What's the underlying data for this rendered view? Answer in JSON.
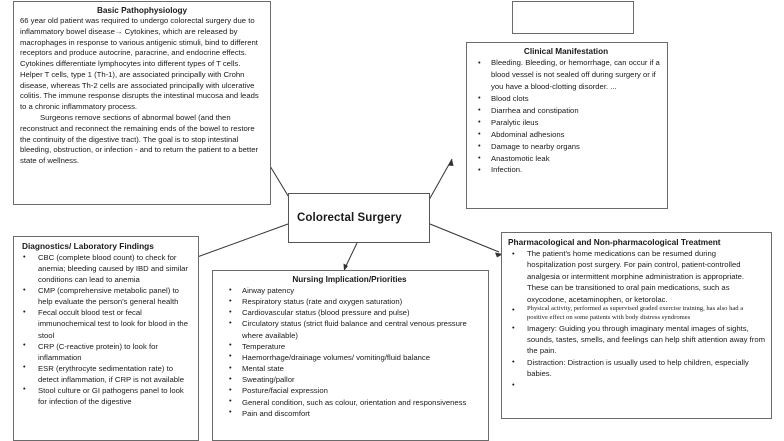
{
  "diagram": {
    "title": "Colorectal Surgery Concept Map",
    "center_node": {
      "label": "Colorectal Surgery"
    },
    "empty_node": {
      "label": ""
    },
    "pathophysiology": {
      "title": "Basic Pathophysiology",
      "paragraph_1": "66 year old patient was required to undergo colorectal surgery due to inflammatory bowel disease→ Cytokines, which are released by macrophages in response to various antigenic stimuli, bind to different receptors and produce autocrine, paracrine, and endocrine effects. Cytokines differentiate lymphocytes into different types of T cells. Helper T cells, type 1 (Th-1), are associated principally with Crohn disease, whereas Th-2 cells are associated principally with ulcerative colitis. The immune response disrupts the intestinal mucosa and leads to a chronic inflammatory process.",
      "paragraph_2": "Surgeons remove sections of abnormal bowel (and then reconstruct and reconnect the remaining ends of the bowel to restore the continuity of the digestive tract).  The goal is to stop intestinal bleeding, obstruction, or infection - and to return the patient to a better state of wellness."
    },
    "clinical_manifestation": {
      "title": "Clinical Manifestation",
      "items": [
        "Bleeding. Bleeding, or hemorrhage, can occur if a blood vessel is not sealed off during surgery or if you have a blood-clotting disorder. ...",
        "Blood clots",
        "Diarrhea and constipation",
        "Paralytic ileus",
        "Abdominal adhesions",
        "Damage to nearby organs",
        "Anastomotic leak",
        "Infection."
      ]
    },
    "diagnostics": {
      "title": "Diagnostics/ Laboratory Findings",
      "items": [
        "CBC (complete blood count) to check for anemia; bleeding caused by IBD and similar conditions can lead to anemia",
        "CMP (comprehensive metabolic panel) to help evaluate the person's general health",
        "Fecal occult blood test or fecal immunochemical test to look for blood in the stool",
        "CRP (C-reactive protein) to look for inflammation",
        "ESR (erythrocyte sedimentation rate) to detect inflammation, if CRP is not available",
        "Stool culture or GI pathogens panel to look for infection of the digestive"
      ]
    },
    "nursing": {
      "title": "Nursing Implication/Priorities",
      "items": [
        "Airway patency",
        "Respiratory status (rate and oxygen saturation)",
        "Cardiovascular status (blood pressure and pulse)",
        "Circulatory status (strict fluid balance and central venous pressure where available)",
        "Temperature",
        "Haemorrhage/drainage volumes/ vomiting/fluid balance",
        "Mental state",
        "Sweating/pallor",
        "Posture/facial expression",
        "General condition, such as colour, orientation and responsiveness",
        "Pain and discomfort"
      ]
    },
    "pharmacological": {
      "title": "Pharmacological and Non-pharmacological Treatment",
      "items": [
        "The patient's home medications can be resumed during hospitalization post surgery. For pain control, patient-controlled analgesia  or intermittent morphine administration is appropriate. These can be transitioned to oral pain medications, such as oxycodone, acetaminophen, or ketorolac.",
        "Physical activity, performed as supervised graded exercise training, has also had a positive effect on some patients with body distress syndromes",
        "Imagery: Guiding you through imaginary mental images of sights, sounds, tastes, smells, and feelings can help shift attention away from the pain.",
        "Distraction: Distraction is usually used to help children, especially babies.",
        ""
      ]
    },
    "colors": {
      "border": "#6b6b6b",
      "text": "#1a1a1a",
      "background": "#ffffff",
      "connector": "#333333"
    }
  }
}
